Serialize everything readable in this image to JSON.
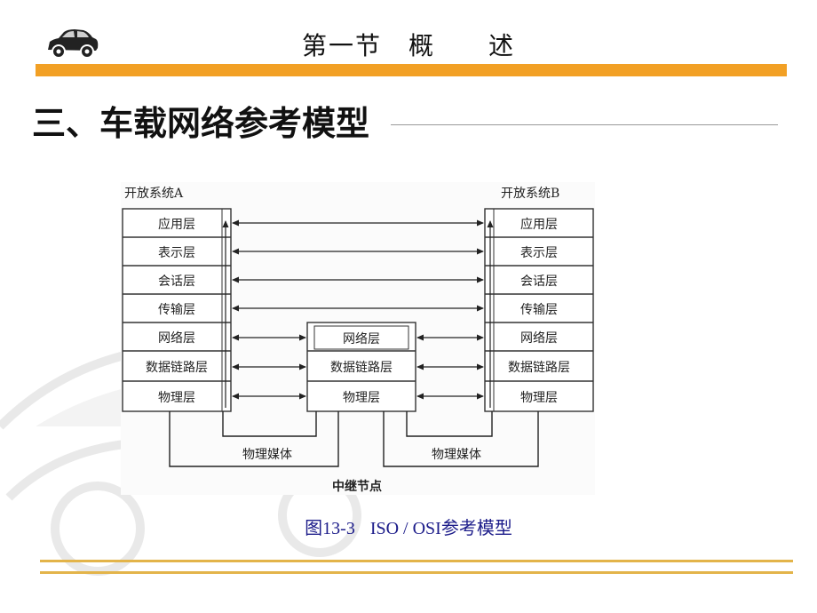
{
  "slide": {
    "header_title": "第一节　概　　述",
    "section_heading": "三、车载网络参考模型",
    "caption_figure": "图13-3",
    "caption_text": "ISO / OSI参考模型"
  },
  "diagram": {
    "system_a_label": "开放系统A",
    "system_b_label": "开放系统B",
    "end_layers": [
      "应用层",
      "表示层",
      "会话层",
      "传输层",
      "网络层",
      "数据链路层",
      "物理层"
    ],
    "relay_layers": [
      "网络层",
      "数据链路层",
      "物理层"
    ],
    "media_label_left": "物理媒体",
    "media_label_right": "物理媒体",
    "relay_node_label": "中继节点"
  },
  "colors": {
    "accent_orange": "#f2a025",
    "rule_gold": "#e3b44a",
    "caption_blue": "#1c1c8a"
  },
  "icons": [
    "car-logo-icon",
    "car-watermark-icon"
  ]
}
